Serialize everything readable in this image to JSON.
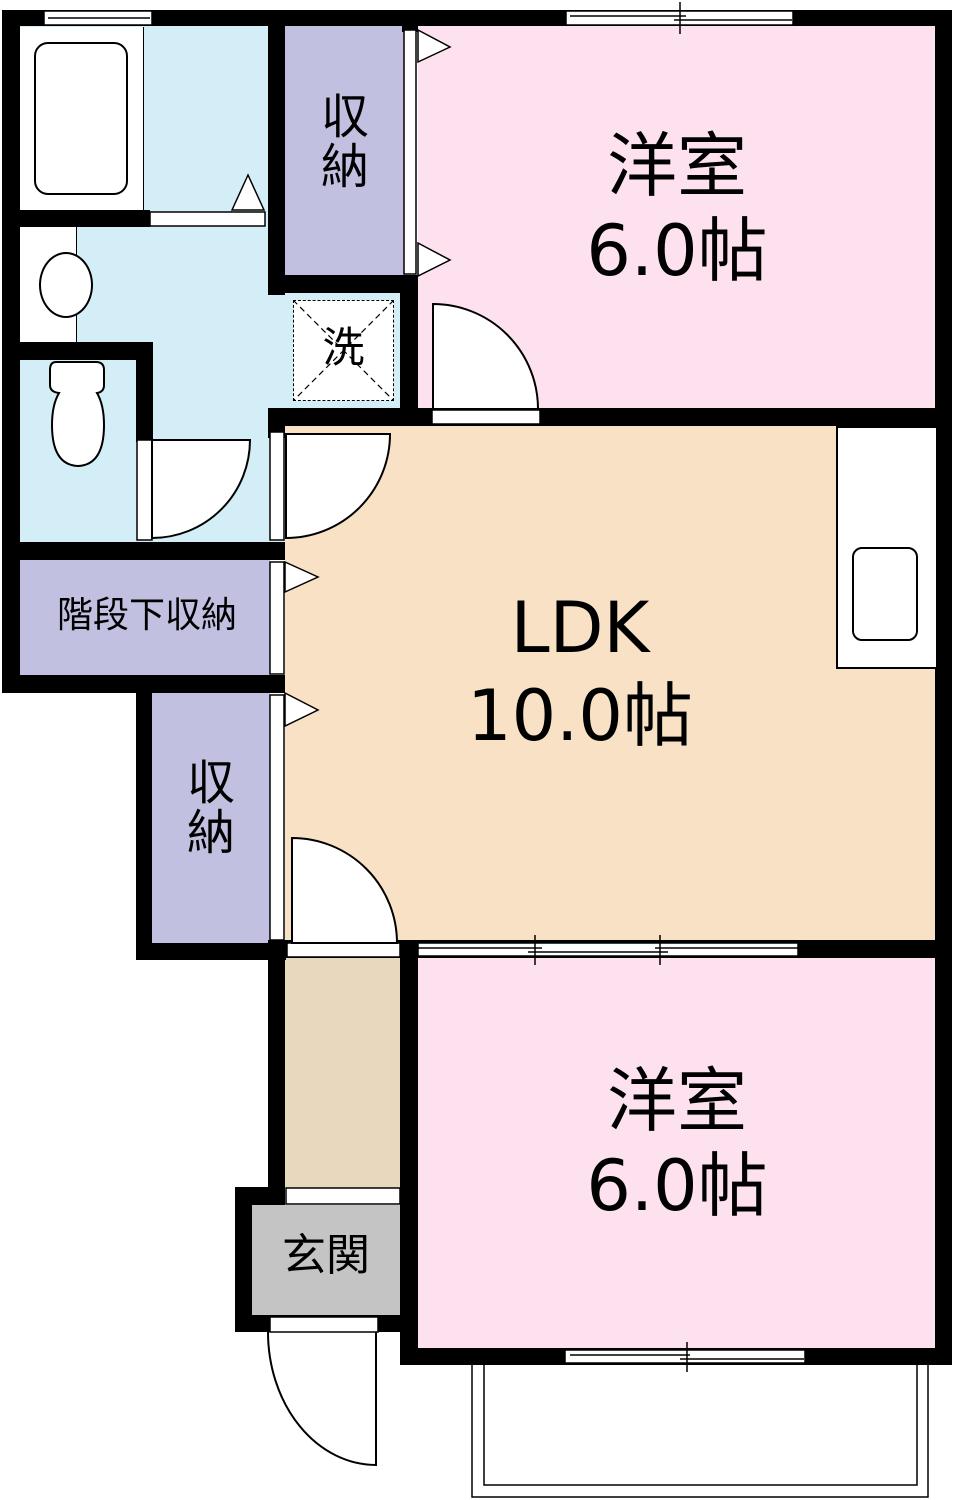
{
  "floorplan": {
    "colors": {
      "wall": "#000000",
      "western_room": "#FDE1EE",
      "ldk": "#F8E1C4",
      "wet_area": "#D3EEF6",
      "storage": "#C2C0E0",
      "entrance": "#C4C4C4",
      "hall": "#E8D9BE"
    },
    "rooms": {
      "western_top": {
        "name": "洋室",
        "size": "6.0帖"
      },
      "western_bottom": {
        "name": "洋室",
        "size": "6.0帖"
      },
      "ldk": {
        "name": "LDK",
        "size": "10.0帖"
      },
      "storage_top": {
        "name": "収\n納"
      },
      "storage_mid": {
        "name": "収\n納"
      },
      "understair_storage": {
        "name": "階段下収納"
      },
      "laundry": {
        "name": "洗"
      },
      "entrance": {
        "name": "玄関"
      }
    },
    "fixtures": [
      "bathtub-icon",
      "washbasin-icon",
      "toilet-icon",
      "kitchen-sink-icon",
      "washing-machine-space-icon"
    ],
    "extras": [
      "balcony"
    ]
  }
}
